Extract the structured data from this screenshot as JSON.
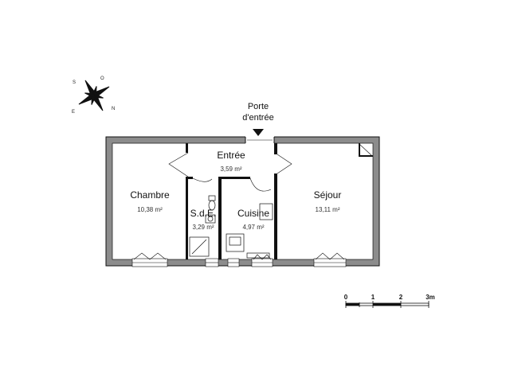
{
  "entry_label": [
    "Porte",
    "d'entrée"
  ],
  "rooms": [
    {
      "key": "chambre",
      "name": "Chambre",
      "area": "10,38 m²"
    },
    {
      "key": "entree",
      "name": "Entrée",
      "area": "3,59 m²"
    },
    {
      "key": "sde",
      "name": "S.d.E.",
      "area": "3,29 m²"
    },
    {
      "key": "cuisine",
      "name": "Cuisine",
      "area": "4,97 m²"
    },
    {
      "key": "sejour",
      "name": "Séjour",
      "area": "13,11 m²"
    }
  ],
  "scale": {
    "ticks": [
      "0",
      "1",
      "2",
      "3m"
    ]
  },
  "compass": {
    "letters": [
      "S",
      "O",
      "E",
      "N"
    ]
  },
  "colors": {
    "wall": "#8c8c8c",
    "outline": "#111111",
    "paper": "#ffffff"
  }
}
